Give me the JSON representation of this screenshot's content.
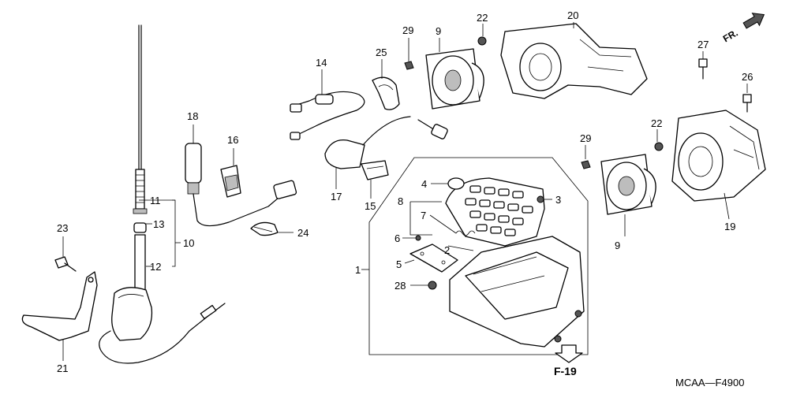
{
  "diagram": {
    "callouts": {
      "p1": "1",
      "p2": "2",
      "p3": "3",
      "p4": "4",
      "p5": "5",
      "p6": "6",
      "p7": "7",
      "p8": "8",
      "p9a": "9",
      "p9b": "9",
      "p10": "10",
      "p11": "11",
      "p12": "12",
      "p13": "13",
      "p14": "14",
      "p15": "15",
      "p16": "16",
      "p17": "17",
      "p18": "18",
      "p19": "19",
      "p20": "20",
      "p21": "21",
      "p22a": "22",
      "p22b": "22",
      "p23": "23",
      "p24": "24",
      "p25": "25",
      "p26": "26",
      "p27": "27",
      "p28": "28",
      "p29a": "29",
      "p29b": "29"
    },
    "reference_label": "F-19",
    "direction_label": "FR.",
    "diagram_code": "MCAA—F4900"
  }
}
